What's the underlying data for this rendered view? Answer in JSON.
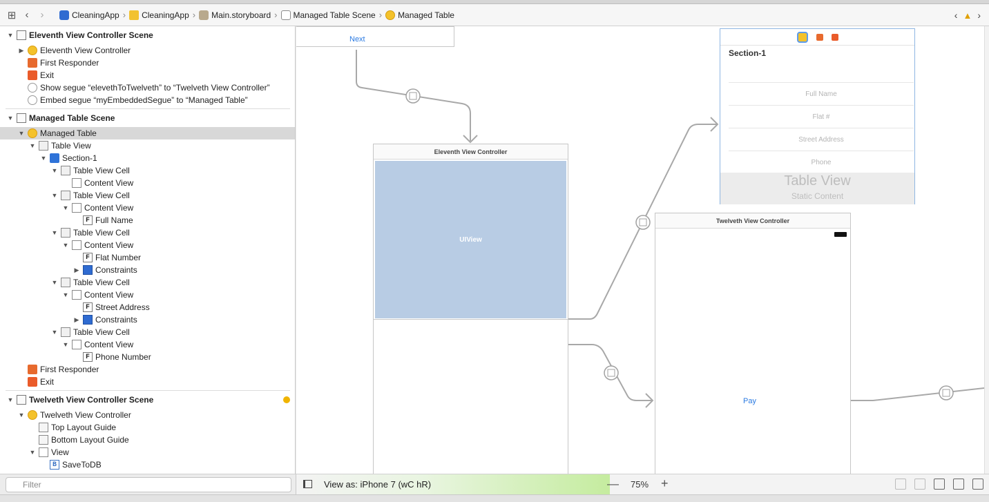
{
  "jumpbar": {
    "crumbs": [
      "CleaningApp",
      "CleaningApp",
      "Main.storyboard",
      "Managed Table Scene",
      "Managed Table"
    ]
  },
  "outline": {
    "rows": [
      {
        "label": "Eleventh View Controller Scene"
      },
      {
        "label": "Eleventh View Controller"
      },
      {
        "label": "First Responder"
      },
      {
        "label": "Exit"
      },
      {
        "label": "Show segue “elevethToTwelveth” to “Twelveth View Controller”"
      },
      {
        "label": "Embed segue “myEmbeddedSegue” to “Managed Table”"
      },
      {
        "label": "Managed Table Scene"
      },
      {
        "label": "Managed Table"
      },
      {
        "label": "Table View"
      },
      {
        "label": "Section-1"
      },
      {
        "label": "Table View Cell"
      },
      {
        "label": "Content View"
      },
      {
        "label": "Table View Cell"
      },
      {
        "label": "Content View"
      },
      {
        "label": "Full Name"
      },
      {
        "label": "Table View Cell"
      },
      {
        "label": "Content View"
      },
      {
        "label": "Flat Number"
      },
      {
        "label": "Constraints"
      },
      {
        "label": "Table View Cell"
      },
      {
        "label": "Content View"
      },
      {
        "label": "Street Address"
      },
      {
        "label": "Constraints"
      },
      {
        "label": "Table View Cell"
      },
      {
        "label": "Content View"
      },
      {
        "label": "Phone Number"
      },
      {
        "label": "First Responder"
      },
      {
        "label": "Exit"
      },
      {
        "label": "Twelveth View Controller Scene"
      },
      {
        "label": "Twelveth View Controller"
      },
      {
        "label": "Top Layout Guide"
      },
      {
        "label": "Bottom Layout Guide"
      },
      {
        "label": "View"
      },
      {
        "label": "SaveToDB"
      }
    ],
    "filter_placeholder": "Filter"
  },
  "canvas": {
    "next_link": "Next",
    "eleventh_title": "Eleventh View Controller",
    "uiview_label": "UIView",
    "twelveth_title": "Twelveth View Controller",
    "pay_link": "Pay",
    "table_scene": {
      "section": "Section-1",
      "cells": [
        "Full Name",
        "Flat #",
        "Street Address",
        "Phone"
      ],
      "footer_title": "Table View",
      "footer_sub": "Static Content"
    }
  },
  "bottombar": {
    "view_as": "View as: iPhone 7 (wC hR)",
    "zoom": "75%",
    "minus": "—",
    "plus": "+"
  },
  "colors": {
    "uiview_fill": "#b8cce4",
    "selection": "#d8d8d8",
    "link_blue": "#2a7ae2",
    "viewas_green": "#c5ec9f"
  }
}
